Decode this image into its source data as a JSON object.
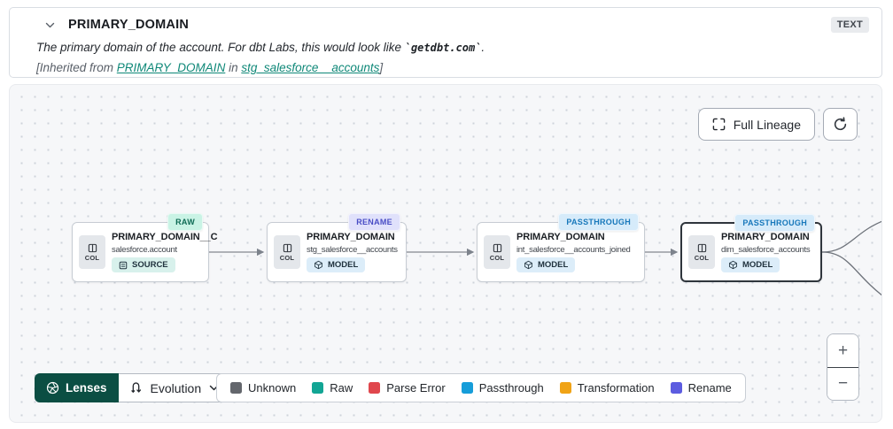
{
  "header": {
    "title": "PRIMARY_DOMAIN",
    "data_type_badge": "TEXT",
    "description": {
      "prefix": "The primary domain of the account. For dbt Labs, this would look like ",
      "code": "`getdbt.com`",
      "suffix": "."
    },
    "inherited": {
      "prefix": "[Inherited from ",
      "column_link": "PRIMARY_DOMAIN",
      "middle": " in ",
      "model_link": "stg_salesforce__accounts",
      "suffix": "]"
    }
  },
  "lineage": {
    "full_lineage_button": "Full Lineage",
    "nodes": [
      {
        "lens": "RAW",
        "col_label": "COL",
        "title": "PRIMARY_DOMAIN__C",
        "subtitle": "salesforce.account",
        "resource_type": "SOURCE",
        "selected": false
      },
      {
        "lens": "RENAME",
        "col_label": "COL",
        "title": "PRIMARY_DOMAIN",
        "subtitle": "stg_salesforce__accounts",
        "resource_type": "MODEL",
        "selected": false
      },
      {
        "lens": "PASSTHROUGH",
        "col_label": "COL",
        "title": "PRIMARY_DOMAIN",
        "subtitle": "int_salesforce__accounts_joined",
        "resource_type": "MODEL",
        "selected": false
      },
      {
        "lens": "PASSTHROUGH",
        "col_label": "COL",
        "title": "PRIMARY_DOMAIN",
        "subtitle": "dim_salesforce_accounts",
        "resource_type": "MODEL",
        "selected": true
      }
    ]
  },
  "lens_toolbar": {
    "lenses_button": "Lenses",
    "selected_lens": "Evolution"
  },
  "legend": {
    "items": [
      {
        "label": "Unknown",
        "color": "#63666c"
      },
      {
        "label": "Raw",
        "color": "#12a594"
      },
      {
        "label": "Parse Error",
        "color": "#e0474d"
      },
      {
        "label": "Passthrough",
        "color": "#169dd9"
      },
      {
        "label": "Transformation",
        "color": "#f0a316"
      },
      {
        "label": "Rename",
        "color": "#5c5ce0"
      }
    ]
  },
  "zoom_controls": {
    "zoom_in": "+",
    "zoom_out": "−"
  },
  "colors": {
    "lenses_button_bg": "#0b4e43",
    "canvas_background": "#f6f7f9",
    "link_teal": "#0f8878"
  }
}
